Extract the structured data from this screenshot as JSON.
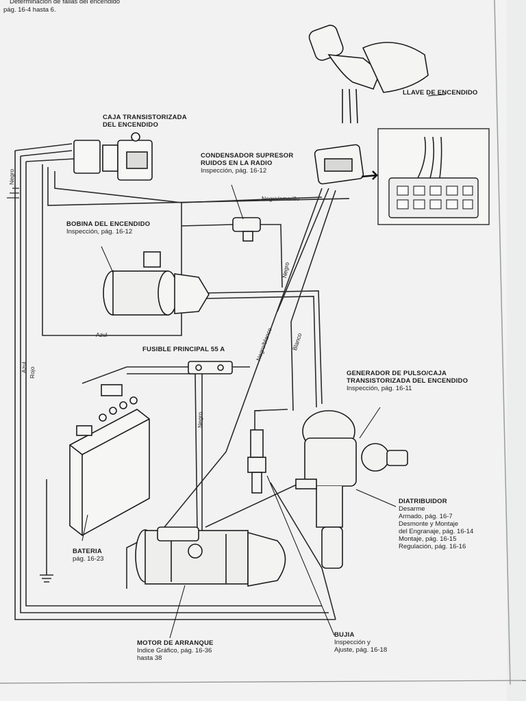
{
  "header": {
    "line1": "Determinación de fallas del encendido",
    "line2": "pág. 16-4 hasta 6."
  },
  "labels": {
    "caja": {
      "title1": "CAJA TRANSISTORIZADA",
      "title2": "DEL ENCENDIDO"
    },
    "llave": {
      "title": "LLAVE DE ENCENDIDO"
    },
    "condensador": {
      "title1": "CONDENSADOR SUPRESOR",
      "title2": "RUIDOS EN LA RADIO",
      "sub": "Inspección, pág. 16-12"
    },
    "bobina": {
      "title": "BOBINA DEL ENCENDIDO",
      "sub": "Inspección, pág. 16-12"
    },
    "fusible": {
      "title": "FUSIBLE PRINCIPAL 55 A"
    },
    "generador": {
      "title1": "GENERADOR DE PULSO/CAJA",
      "title2": "TRANSISTORIZADA DEL ENCENDIDO",
      "sub": "Inspección, pág. 16-11"
    },
    "distribuidor": {
      "title": "DIATRIBUIDOR",
      "items": [
        "Desarme",
        "Armado, pág. 16-7",
        "Desmonte y Montaje",
        "del Engranaje, pág. 16-14",
        "Montaje, pág. 16-15",
        "Regulación, pág. 16-16"
      ]
    },
    "bateria": {
      "title": "BATERIA",
      "sub": "pág. 16-23"
    },
    "motor": {
      "title": "MOTOR DE ARRANQUE",
      "sub1": "Indice Gráfico, pág. 16-36",
      "sub2": "hasta 38"
    },
    "bujia": {
      "title": "BUJIA",
      "sub1": "Inspección y",
      "sub2": "Ajuste, pág. 16-18"
    }
  },
  "wire_labels": {
    "negro_amarillo": "Negro/amarillo",
    "negro_left": "Negro",
    "negro_cond": "Negro",
    "azul": "Azul",
    "azul_v": "Azul",
    "rojo_v": "Rojo",
    "negro_fuse": "Negro",
    "negro_blanco": "Negro/blanco",
    "blanco": "Blanco"
  }
}
